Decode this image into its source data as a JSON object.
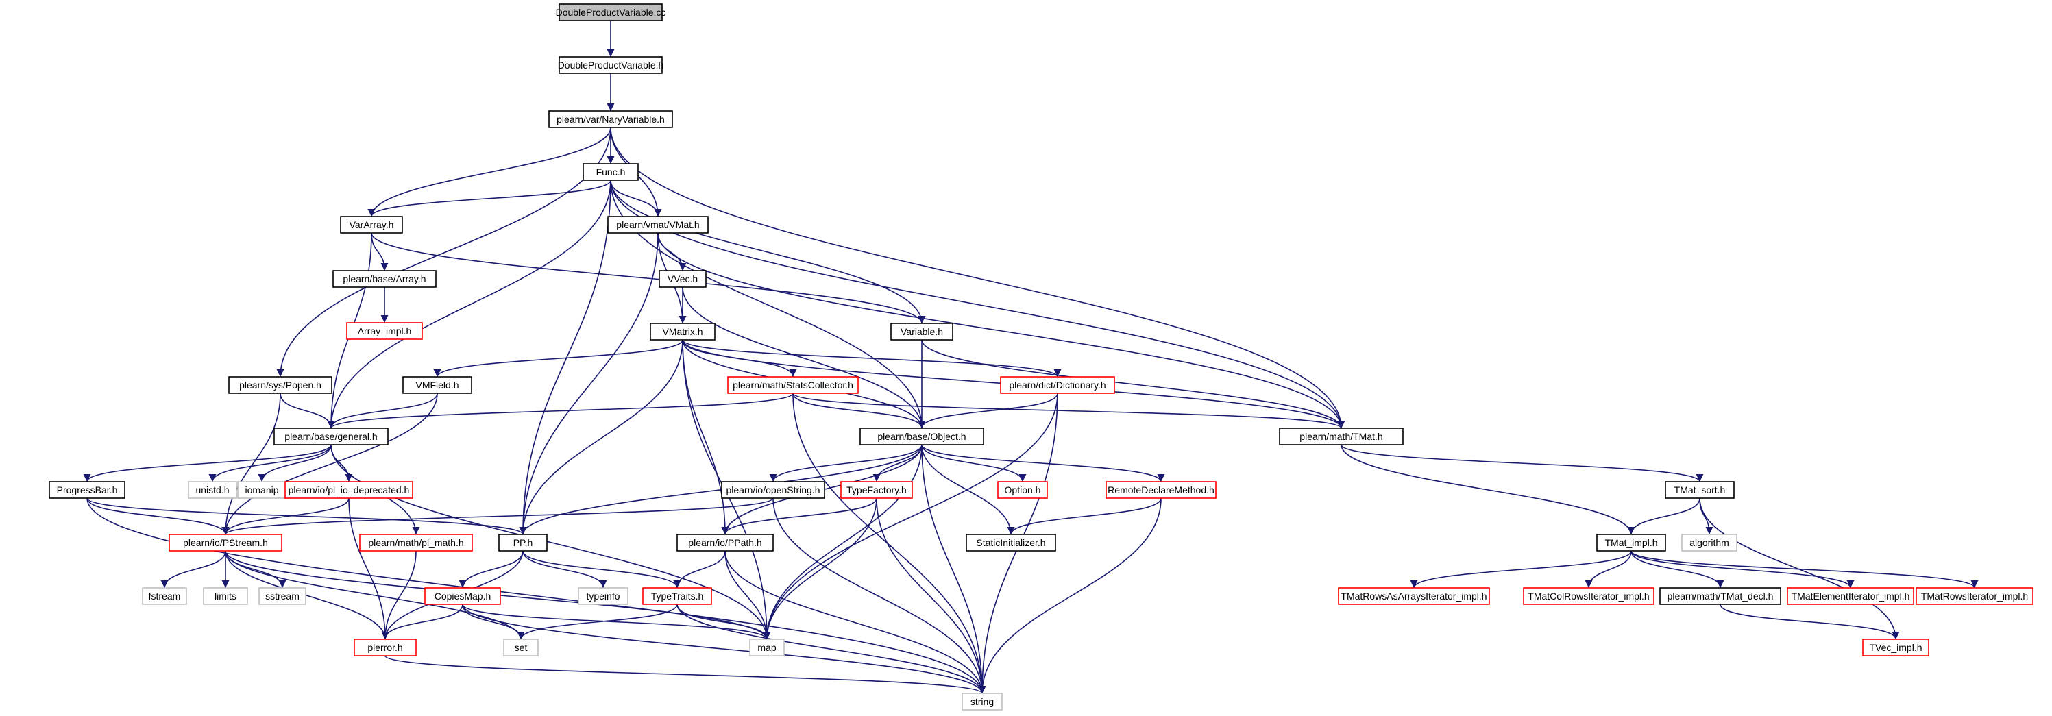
{
  "colors": {
    "edge": "#191970",
    "border_documented": "#000000",
    "border_truncated": "#ff0000",
    "border_system": "#bfbfbf",
    "root_fill": "#bfbfbf",
    "default_fill": "#ffffff"
  },
  "nodes": [
    {
      "id": "root",
      "label": "DoubleProductVariable.cc",
      "kind": "root"
    },
    {
      "id": "dpvh",
      "label": "DoubleProductVariable.h",
      "kind": "documented"
    },
    {
      "id": "nary",
      "label": "plearn/var/NaryVariable.h",
      "kind": "documented"
    },
    {
      "id": "func",
      "label": "Func.h",
      "kind": "documented"
    },
    {
      "id": "vararray",
      "label": "VarArray.h",
      "kind": "documented"
    },
    {
      "id": "vmat",
      "label": "plearn/vmat/VMat.h",
      "kind": "documented"
    },
    {
      "id": "basearray",
      "label": "plearn/base/Array.h",
      "kind": "documented"
    },
    {
      "id": "arrayimpl",
      "label": "Array_impl.h",
      "kind": "truncated"
    },
    {
      "id": "vvec",
      "label": "VVec.h",
      "kind": "documented"
    },
    {
      "id": "variable",
      "label": "Variable.h",
      "kind": "documented"
    },
    {
      "id": "vmatrix",
      "label": "VMatrix.h",
      "kind": "documented"
    },
    {
      "id": "popen",
      "label": "plearn/sys/Popen.h",
      "kind": "documented"
    },
    {
      "id": "vmfield",
      "label": "VMField.h",
      "kind": "documented"
    },
    {
      "id": "stats",
      "label": "plearn/math/StatsCollector.h",
      "kind": "truncated"
    },
    {
      "id": "dict",
      "label": "plearn/dict/Dictionary.h",
      "kind": "truncated"
    },
    {
      "id": "general",
      "label": "plearn/base/general.h",
      "kind": "documented"
    },
    {
      "id": "object",
      "label": "plearn/base/Object.h",
      "kind": "documented"
    },
    {
      "id": "tmat",
      "label": "plearn/math/TMat.h",
      "kind": "documented"
    },
    {
      "id": "progress",
      "label": "ProgressBar.h",
      "kind": "documented"
    },
    {
      "id": "unistd",
      "label": "unistd.h",
      "kind": "system"
    },
    {
      "id": "iomanip",
      "label": "iomanip",
      "kind": "system"
    },
    {
      "id": "plio",
      "label": "plearn/io/pl_io_deprecated.h",
      "kind": "truncated"
    },
    {
      "id": "openstr",
      "label": "plearn/io/openString.h",
      "kind": "documented"
    },
    {
      "id": "typefac",
      "label": "TypeFactory.h",
      "kind": "truncated"
    },
    {
      "id": "option",
      "label": "Option.h",
      "kind": "truncated"
    },
    {
      "id": "remote",
      "label": "RemoteDeclareMethod.h",
      "kind": "truncated"
    },
    {
      "id": "tmatsort",
      "label": "TMat_sort.h",
      "kind": "documented"
    },
    {
      "id": "pstream",
      "label": "plearn/io/PStream.h",
      "kind": "truncated"
    },
    {
      "id": "plmath",
      "label": "plearn/math/pl_math.h",
      "kind": "truncated"
    },
    {
      "id": "pp",
      "label": "PP.h",
      "kind": "documented"
    },
    {
      "id": "ppath",
      "label": "plearn/io/PPath.h",
      "kind": "documented"
    },
    {
      "id": "staticinit",
      "label": "StaticInitializer.h",
      "kind": "documented"
    },
    {
      "id": "tmatimpl",
      "label": "TMat_impl.h",
      "kind": "documented"
    },
    {
      "id": "algorithm",
      "label": "algorithm",
      "kind": "system"
    },
    {
      "id": "fstream",
      "label": "fstream",
      "kind": "system"
    },
    {
      "id": "limits",
      "label": "limits",
      "kind": "system"
    },
    {
      "id": "sstream",
      "label": "sstream",
      "kind": "system"
    },
    {
      "id": "typeinfo",
      "label": "typeinfo",
      "kind": "system"
    },
    {
      "id": "copiesmap",
      "label": "CopiesMap.h",
      "kind": "truncated"
    },
    {
      "id": "typetraits",
      "label": "TypeTraits.h",
      "kind": "truncated"
    },
    {
      "id": "rowsasarr",
      "label": "TMatRowsAsArraysIterator_impl.h",
      "kind": "truncated"
    },
    {
      "id": "colrows",
      "label": "TMatColRowsIterator_impl.h",
      "kind": "truncated"
    },
    {
      "id": "tmatdecl",
      "label": "plearn/math/TMat_decl.h",
      "kind": "documented"
    },
    {
      "id": "elemiter",
      "label": "TMatElementIterator_impl.h",
      "kind": "truncated"
    },
    {
      "id": "rowsiter",
      "label": "TMatRowsIterator_impl.h",
      "kind": "truncated"
    },
    {
      "id": "set",
      "label": "set",
      "kind": "system"
    },
    {
      "id": "map",
      "label": "map",
      "kind": "system"
    },
    {
      "id": "plerror",
      "label": "plerror.h",
      "kind": "truncated"
    },
    {
      "id": "tvecimpl",
      "label": "TVec_impl.h",
      "kind": "truncated"
    },
    {
      "id": "string",
      "label": "string",
      "kind": "system"
    }
  ],
  "edges": [
    [
      "root",
      "dpvh"
    ],
    [
      "dpvh",
      "nary"
    ],
    [
      "nary",
      "func"
    ],
    [
      "nary",
      "vararray"
    ],
    [
      "nary",
      "vmat"
    ],
    [
      "nary",
      "popen"
    ],
    [
      "nary",
      "tmat"
    ],
    [
      "func",
      "vararray"
    ],
    [
      "func",
      "vmat"
    ],
    [
      "func",
      "variable"
    ],
    [
      "func",
      "general"
    ],
    [
      "func",
      "object"
    ],
    [
      "func",
      "pp"
    ],
    [
      "func",
      "tmat"
    ],
    [
      "vararray",
      "basearray"
    ],
    [
      "vararray",
      "variable"
    ],
    [
      "vararray",
      "general"
    ],
    [
      "basearray",
      "arrayimpl"
    ],
    [
      "vmat",
      "vvec"
    ],
    [
      "vmat",
      "vmatrix"
    ],
    [
      "vmat",
      "pp"
    ],
    [
      "vmat",
      "tmat"
    ],
    [
      "vvec",
      "vmatrix"
    ],
    [
      "vvec",
      "object"
    ],
    [
      "variable",
      "object"
    ],
    [
      "variable",
      "tmat"
    ],
    [
      "vmatrix",
      "vmfield"
    ],
    [
      "vmatrix",
      "stats"
    ],
    [
      "vmatrix",
      "dict"
    ],
    [
      "vmatrix",
      "object"
    ],
    [
      "vmatrix",
      "tmat"
    ],
    [
      "vmatrix",
      "pp"
    ],
    [
      "vmatrix",
      "ppath"
    ],
    [
      "vmatrix",
      "map"
    ],
    [
      "popen",
      "general"
    ],
    [
      "popen",
      "pstream"
    ],
    [
      "vmfield",
      "general"
    ],
    [
      "vmfield",
      "pstream"
    ],
    [
      "stats",
      "general"
    ],
    [
      "stats",
      "object"
    ],
    [
      "stats",
      "tmat"
    ],
    [
      "stats",
      "string"
    ],
    [
      "dict",
      "object"
    ],
    [
      "dict",
      "map"
    ],
    [
      "dict",
      "string"
    ],
    [
      "general",
      "progress"
    ],
    [
      "general",
      "unistd"
    ],
    [
      "general",
      "iomanip"
    ],
    [
      "general",
      "plio"
    ],
    [
      "general",
      "plmath"
    ],
    [
      "general",
      "map"
    ],
    [
      "object",
      "openstr"
    ],
    [
      "object",
      "typefac"
    ],
    [
      "object",
      "option"
    ],
    [
      "object",
      "remote"
    ],
    [
      "object",
      "staticinit"
    ],
    [
      "object",
      "ppath"
    ],
    [
      "object",
      "pp"
    ],
    [
      "object",
      "map"
    ],
    [
      "object",
      "string"
    ],
    [
      "tmat",
      "tmatsort"
    ],
    [
      "tmat",
      "tmatimpl"
    ],
    [
      "progress",
      "pstream"
    ],
    [
      "progress",
      "pp"
    ],
    [
      "progress",
      "string"
    ],
    [
      "plio",
      "pstream"
    ],
    [
      "plio",
      "plerror"
    ],
    [
      "openstr",
      "pstream"
    ],
    [
      "openstr",
      "string"
    ],
    [
      "typefac",
      "ppath"
    ],
    [
      "typefac",
      "map"
    ],
    [
      "typefac",
      "string"
    ],
    [
      "remote",
      "staticinit"
    ],
    [
      "remote",
      "string"
    ],
    [
      "tmatsort",
      "tmatimpl"
    ],
    [
      "tmatsort",
      "algorithm"
    ],
    [
      "tmatsort",
      "tvecimpl"
    ],
    [
      "pstream",
      "fstream"
    ],
    [
      "pstream",
      "limits"
    ],
    [
      "pstream",
      "sstream"
    ],
    [
      "pstream",
      "map"
    ],
    [
      "pstream",
      "set"
    ],
    [
      "pstream",
      "plerror"
    ],
    [
      "plmath",
      "plerror"
    ],
    [
      "pp",
      "typeinfo"
    ],
    [
      "pp",
      "copiesmap"
    ],
    [
      "pp",
      "typetraits"
    ],
    [
      "pp",
      "plerror"
    ],
    [
      "ppath",
      "typetraits"
    ],
    [
      "ppath",
      "map"
    ],
    [
      "ppath",
      "string"
    ],
    [
      "tmatimpl",
      "rowsasarr"
    ],
    [
      "tmatimpl",
      "colrows"
    ],
    [
      "tmatimpl",
      "tmatdecl"
    ],
    [
      "tmatimpl",
      "elemiter"
    ],
    [
      "tmatimpl",
      "rowsiter"
    ],
    [
      "copiesmap",
      "plerror"
    ],
    [
      "copiesmap",
      "set"
    ],
    [
      "copiesmap",
      "map"
    ],
    [
      "copiesmap",
      "string"
    ],
    [
      "typetraits",
      "set"
    ],
    [
      "typetraits",
      "map"
    ],
    [
      "typetraits",
      "string"
    ],
    [
      "tmatdecl",
      "tvecimpl"
    ],
    [
      "plerror",
      "string"
    ]
  ]
}
